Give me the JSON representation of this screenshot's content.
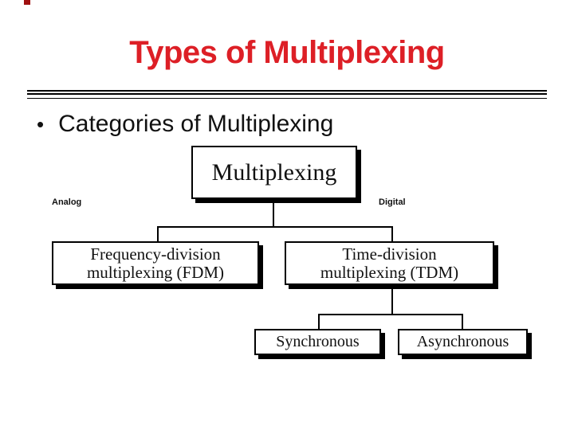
{
  "slide": {
    "title": "Types of Multiplexing",
    "bullet_glyph": "•",
    "bullet": "Categories of Multiplexing"
  },
  "diagram": {
    "root": {
      "label": "Multiplexing"
    },
    "branch_labels": {
      "left": "Analog",
      "right": "Digital"
    },
    "children": [
      {
        "label_line1": "Frequency-division",
        "label_line2": "multiplexing (FDM)"
      },
      {
        "label_line1": "Time-division",
        "label_line2": "multiplexing (TDM)"
      }
    ],
    "leaves": [
      {
        "label": "Synchronous"
      },
      {
        "label": "Asynchronous"
      }
    ]
  },
  "colors": {
    "title_red": "#dd1f26",
    "corner_mark": "#a01010",
    "text_black": "#111111",
    "line_black": "#000000"
  }
}
